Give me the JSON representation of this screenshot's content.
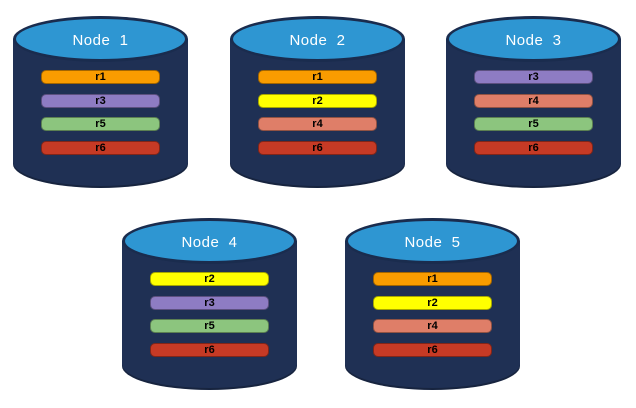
{
  "diagram": {
    "type": "database-replica-distribution",
    "nodes": [
      {
        "label": "Node  1",
        "position": "top-left",
        "replicas": [
          "r1",
          "r3",
          "r5",
          "r6"
        ]
      },
      {
        "label": "Node  2",
        "position": "top-center",
        "replicas": [
          "r1",
          "r2",
          "r4",
          "r6"
        ]
      },
      {
        "label": "Node  3",
        "position": "top-right",
        "replicas": [
          "r3",
          "r4",
          "r5",
          "r6"
        ]
      },
      {
        "label": "Node  4",
        "position": "bottom-left",
        "replicas": [
          "r2",
          "r3",
          "r5",
          "r6"
        ]
      },
      {
        "label": "Node  5",
        "position": "bottom-right",
        "replicas": [
          "r1",
          "r2",
          "r4",
          "r6"
        ]
      }
    ]
  },
  "colors": {
    "cylinder_body": "#1f3054",
    "cylinder_top_face": "#2e96d2",
    "cylinder_outline": "#1a2c4e",
    "label_text": "#ffffff",
    "bar_text": "#000000",
    "replicas": {
      "r1": "#f99c00",
      "r2": "#ffff00",
      "r3": "#8e7cc3",
      "r4": "#df7e68",
      "r5": "#8cc57e",
      "r6": "#c63a25"
    }
  }
}
